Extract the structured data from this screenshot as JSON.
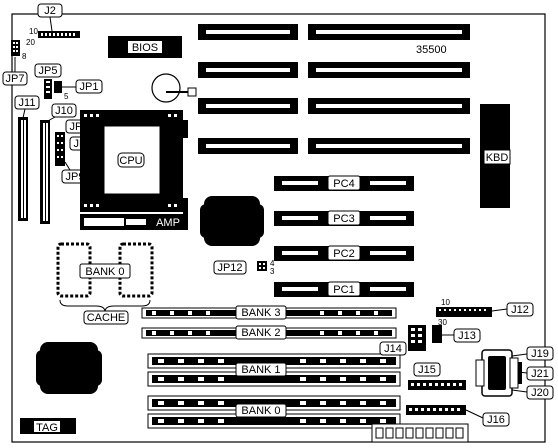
{
  "labels": {
    "j2": "J2",
    "j7": "JP7",
    "jp5": "JP5",
    "jp1": "JP1",
    "j11": "J11",
    "j10": "J10",
    "jp13": "JP13",
    "jp10": "JP10",
    "jp9": "JP9",
    "bios": "BIOS",
    "cpu": "CPU",
    "amp": "AMP",
    "model": "35500",
    "kbd": "KBD",
    "pc4": "PC4",
    "pc3": "PC3",
    "pc2": "PC2",
    "pc1": "PC1",
    "jp12": "JP12",
    "bank0_cache": "BANK 0",
    "cache": "CACHE",
    "bank3": "BANK 3",
    "bank2": "BANK 2",
    "bank1": "BANK 1",
    "bank0": "BANK 0",
    "j12": "J12",
    "j13": "J13",
    "j14": "J14",
    "j15": "J15",
    "j16": "J16",
    "j19": "J19",
    "j21": "J21",
    "j20": "J20",
    "tag": "TAG"
  },
  "pin_numbers": {
    "j2_left": "10",
    "j2_right": "20",
    "j7_pin": "8",
    "jp5_pin": "5",
    "jp12_top": "4",
    "jp12_bottom": "3",
    "j12_top": "10",
    "j12_bottom": "30"
  }
}
